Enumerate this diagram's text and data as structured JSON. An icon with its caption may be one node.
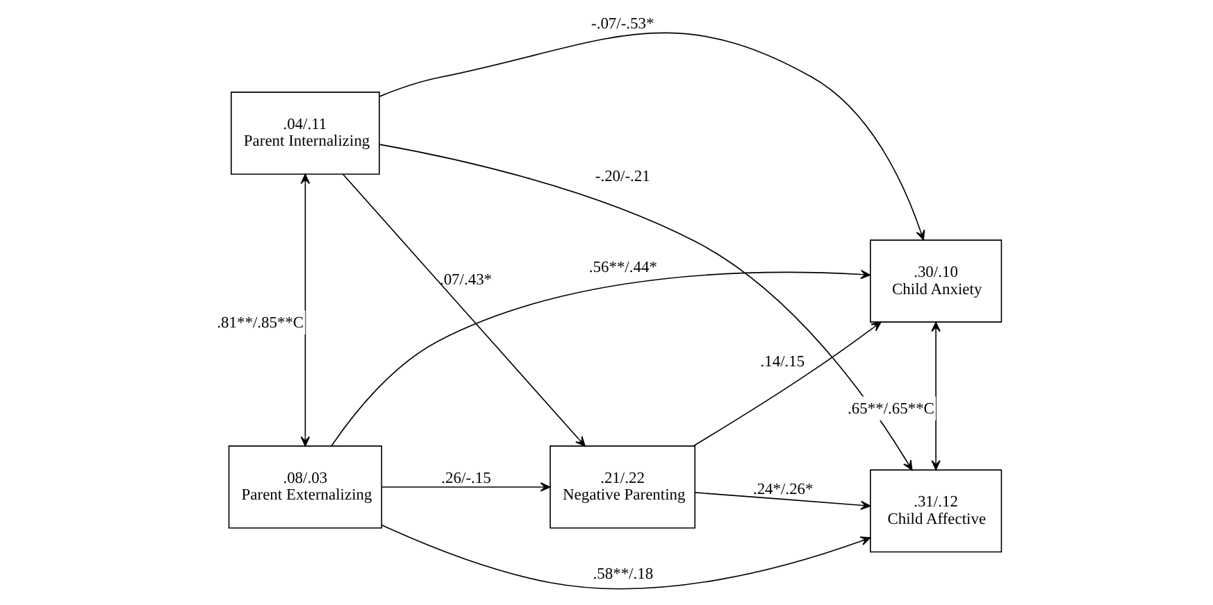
{
  "diagram": {
    "nodes": [
      {
        "text": [
          ".04/.11",
          "Parent Internalizing"
        ]
      },
      {
        "text": [
          ".30/.10",
          "Child Anxiety"
        ]
      },
      {
        "text": [
          ".21/.22",
          "Negative Parenting"
        ]
      },
      {
        "text": [
          ".08/.03",
          "Parent Externalizing"
        ]
      },
      {
        "text": [
          ".31/.12",
          "Child Affective"
        ]
      }
    ],
    "edges": [
      {
        "from": 0,
        "to": 1,
        "arrow": "to",
        "label": "-.07/-.53*"
      },
      {
        "from": 0,
        "to": 2,
        "arrow": "to",
        "label": ".07/.43*"
      },
      {
        "from": 0,
        "to": 4,
        "arrow": "to",
        "label": "-.20/-.21"
      },
      {
        "from": 3,
        "to": 2,
        "arrow": "to",
        "label": ".26/-.15"
      },
      {
        "from": 3,
        "to": 1,
        "arrow": "to",
        "label": ".56**/.44*"
      },
      {
        "from": 3,
        "to": 4,
        "arrow": "to",
        "label": ".58**/.18"
      },
      {
        "from": 2,
        "to": 1,
        "arrow": "to",
        "label": ".14/.15"
      },
      {
        "from": 2,
        "to": 4,
        "arrow": "to",
        "label": ".24*/.26*"
      },
      {
        "from": 0,
        "to": 3,
        "arrow": "both",
        "label": ".81**/.85**C"
      },
      {
        "from": 1,
        "to": 4,
        "arrow": "both",
        "label": ".65**/.65**C"
      }
    ]
  }
}
